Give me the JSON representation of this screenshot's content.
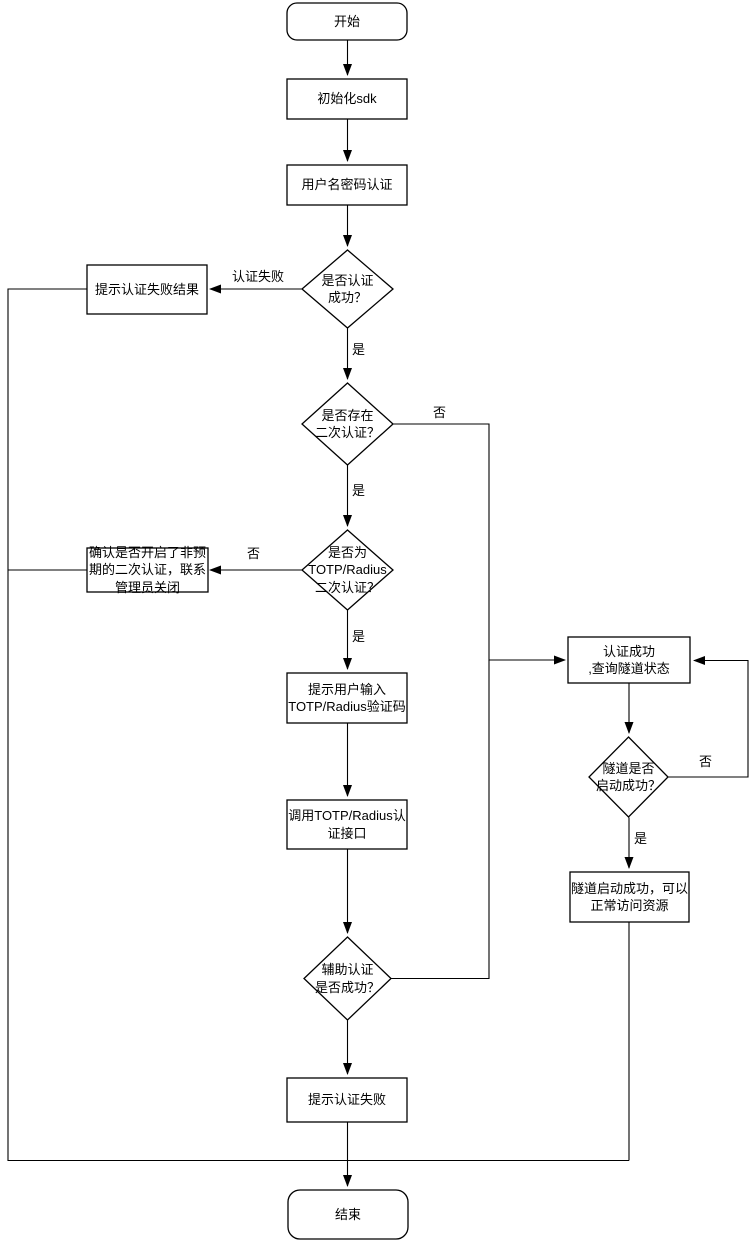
{
  "diagram": {
    "type": "flowchart",
    "colors": {
      "background": "#ffffff",
      "stroke": "#000000",
      "text": "#000000"
    }
  },
  "nodes": {
    "start": {
      "label": "开始"
    },
    "init_sdk": {
      "label": "初始化sdk"
    },
    "user_pass_auth": {
      "label": "用户名密码认证"
    },
    "auth_success_q": {
      "label": "是否认证\n成功？"
    },
    "show_auth_fail_result": {
      "label": "提示认证失败结果"
    },
    "second_auth_exists_q": {
      "label": "是否存在\n二次认证？"
    },
    "totp_radius_q": {
      "label": "是否为\nTOTP/Radius\n二次认证？"
    },
    "confirm_unexpected": {
      "label": "确认是否开启了非预\n期的二次认证，联系\n管理员关闭"
    },
    "prompt_totp_input": {
      "label": "提示用户输入\nTOTP/Radius验证码"
    },
    "call_totp_api": {
      "label": "调用TOTP/Radius认\n证接口"
    },
    "aux_auth_q": {
      "label": "辅助认证\n是否成功？"
    },
    "show_auth_fail": {
      "label": "提示认证失败"
    },
    "auth_ok_query_tunnel": {
      "label": "认证成功\n,查询隧道状态"
    },
    "tunnel_start_q": {
      "label": "隧道是否\n启动成功？"
    },
    "tunnel_ok": {
      "label": "隧道启动成功，可以\n正常访问资源"
    },
    "end": {
      "label": "结束"
    }
  },
  "edge_labels": {
    "auth_fail": "认证失败",
    "yes_auth": "是",
    "no_second": "否",
    "yes_second": "是",
    "no_totp": "否",
    "yes_totp": "是",
    "no_tunnel": "否",
    "yes_tunnel": "是"
  }
}
